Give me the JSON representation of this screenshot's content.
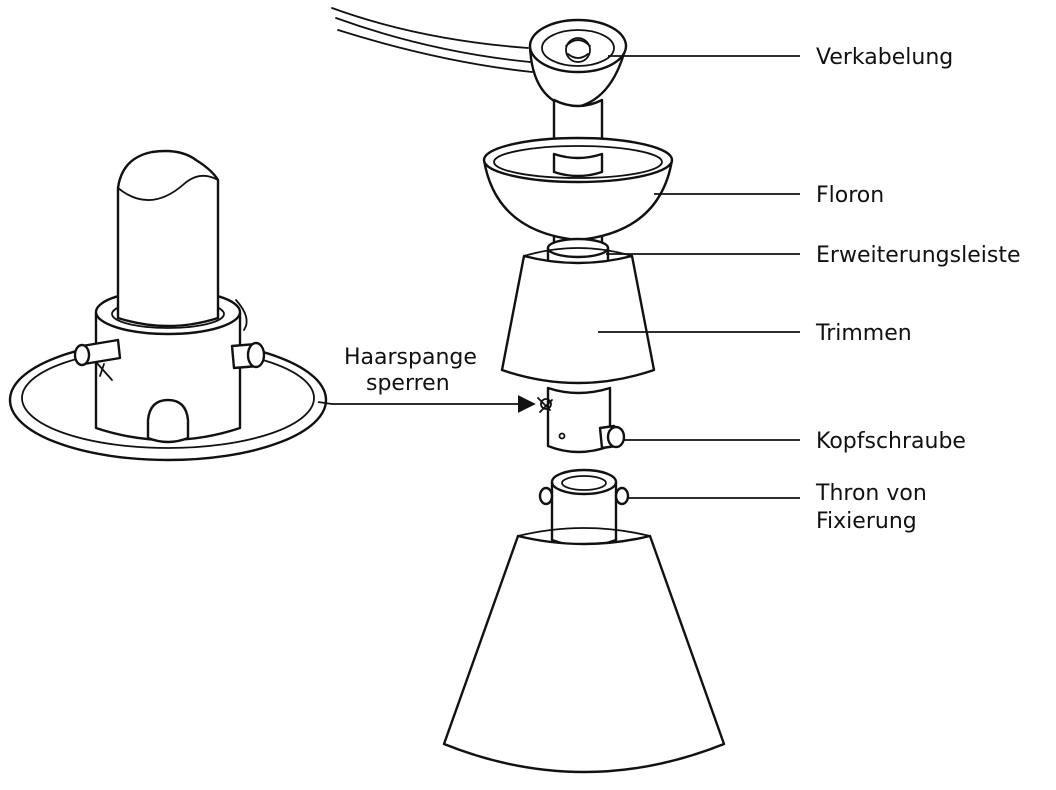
{
  "labels": {
    "verkabelung": "Verkabelung",
    "floron": "Floron",
    "erweiterungsleiste": "Erweiterungsleiste",
    "trimmen": "Trimmen",
    "kopfschraube": "Kopfschraube",
    "thron_line1": "Thron von",
    "thron_line2": "Fixierung",
    "haarspange_line1": "Haarspange",
    "haarspange_line2": "sperren"
  }
}
